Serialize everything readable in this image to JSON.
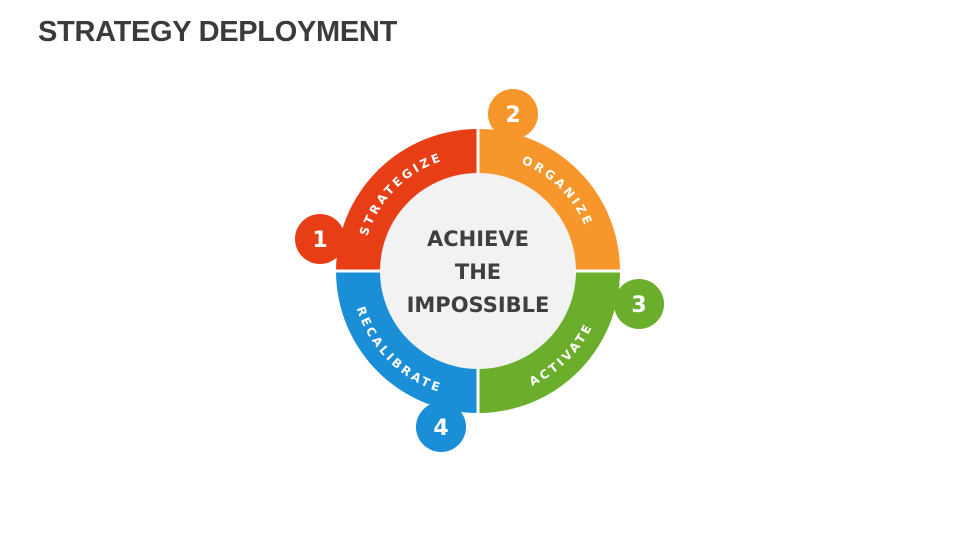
{
  "title": "STRATEGY DEPLOYMENT",
  "center": {
    "lines": [
      "ACHIEVE",
      "THE",
      "IMPOSSIBLE"
    ],
    "color": "#f2f2f2"
  },
  "steps": [
    {
      "number": "1",
      "label": "STRATEGIZE",
      "color": "#E83E16"
    },
    {
      "number": "2",
      "label": "ORGANIZE",
      "color": "#F7962A"
    },
    {
      "number": "3",
      "label": "ACTIVATE",
      "color": "#6BAE2C"
    },
    {
      "number": "4",
      "label": "RECALIBRATE",
      "color": "#1B8ED8"
    }
  ]
}
